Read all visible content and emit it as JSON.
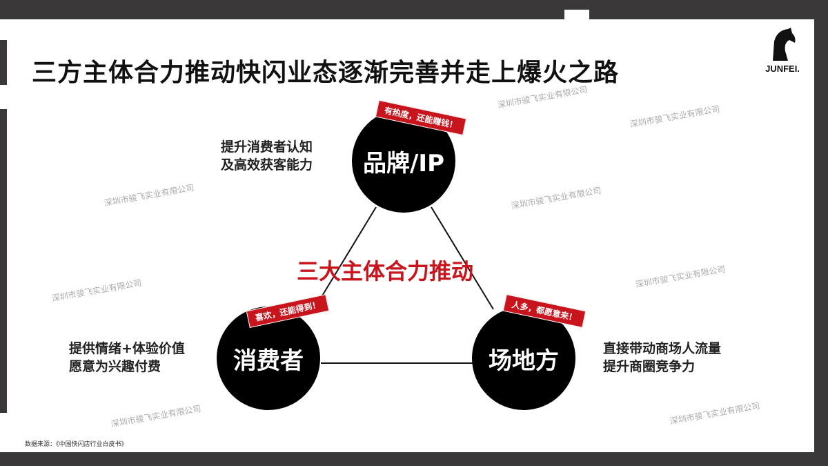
{
  "title": "三方主体合力推动快闪业态逐渐完善并走上爆火之路",
  "logo": {
    "text": "JUNFEI."
  },
  "center_label": "三大主体合力推动",
  "nodes": [
    {
      "label": "品牌/IP",
      "tag": "有热度，还能赚钱！",
      "desc": [
        "提升消费者认知",
        "及高效获客能力"
      ]
    },
    {
      "label": "消费者",
      "tag": "喜欢，还能得到！",
      "desc": [
        "提供情绪+体验价值",
        "愿意为兴趣付费"
      ]
    },
    {
      "label": "场地方",
      "tag": "人多，都愿意来！",
      "desc": [
        "直接带动商场人流量",
        "提升商圈竞争力"
      ]
    }
  ],
  "watermark": "深圳市骏飞实业有限公司",
  "source": "数据来源：《中国快闪店行业白皮书》",
  "colors": {
    "accent": "#c8141c",
    "frame": "#3a3839"
  }
}
